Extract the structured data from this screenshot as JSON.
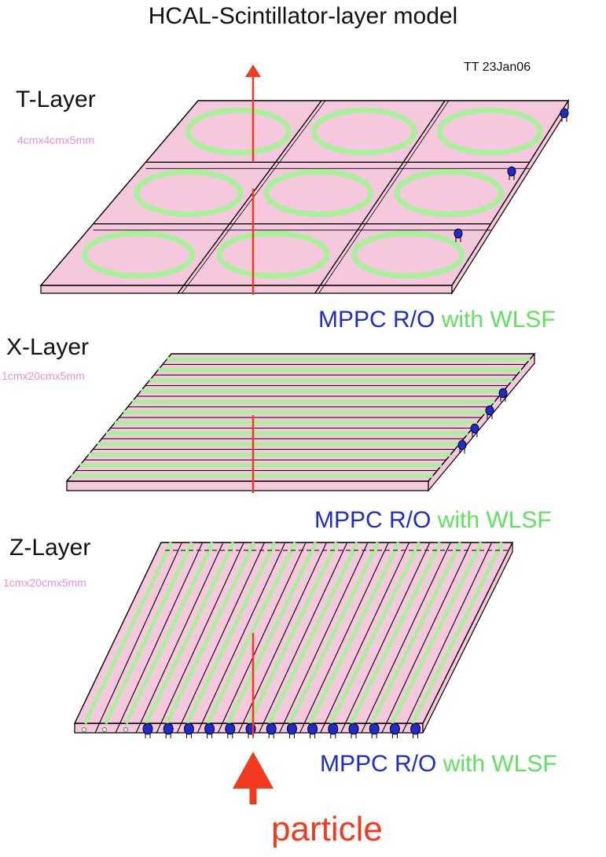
{
  "title": "HCAL-Scintillator-layer model",
  "author_stamp": "TT 23Jan06",
  "layers": [
    {
      "name": "T-Layer",
      "dimensions": "4cmx4cmx5mm",
      "readout": "MPPC R/O",
      "fiber": "with WLSF"
    },
    {
      "name": "X-Layer",
      "dimensions": "1cmx20cmx5mm",
      "readout": "MPPC R/O",
      "fiber": "with WLSF"
    },
    {
      "name": "Z-Layer",
      "dimensions": "1cmx20cmx5mm",
      "readout": "MPPC R/O",
      "fiber": "with WLSF"
    }
  ],
  "particle_label": "particle",
  "colors": {
    "tile": "#f5c8de",
    "fiber": "#a8f09a",
    "mppc": "#1f2bcc",
    "particle_track": "#f23a1e",
    "dims_text": "#e88fe0",
    "mppc_text": "#1f2bcc",
    "wlsf_text": "#5fe35f"
  }
}
